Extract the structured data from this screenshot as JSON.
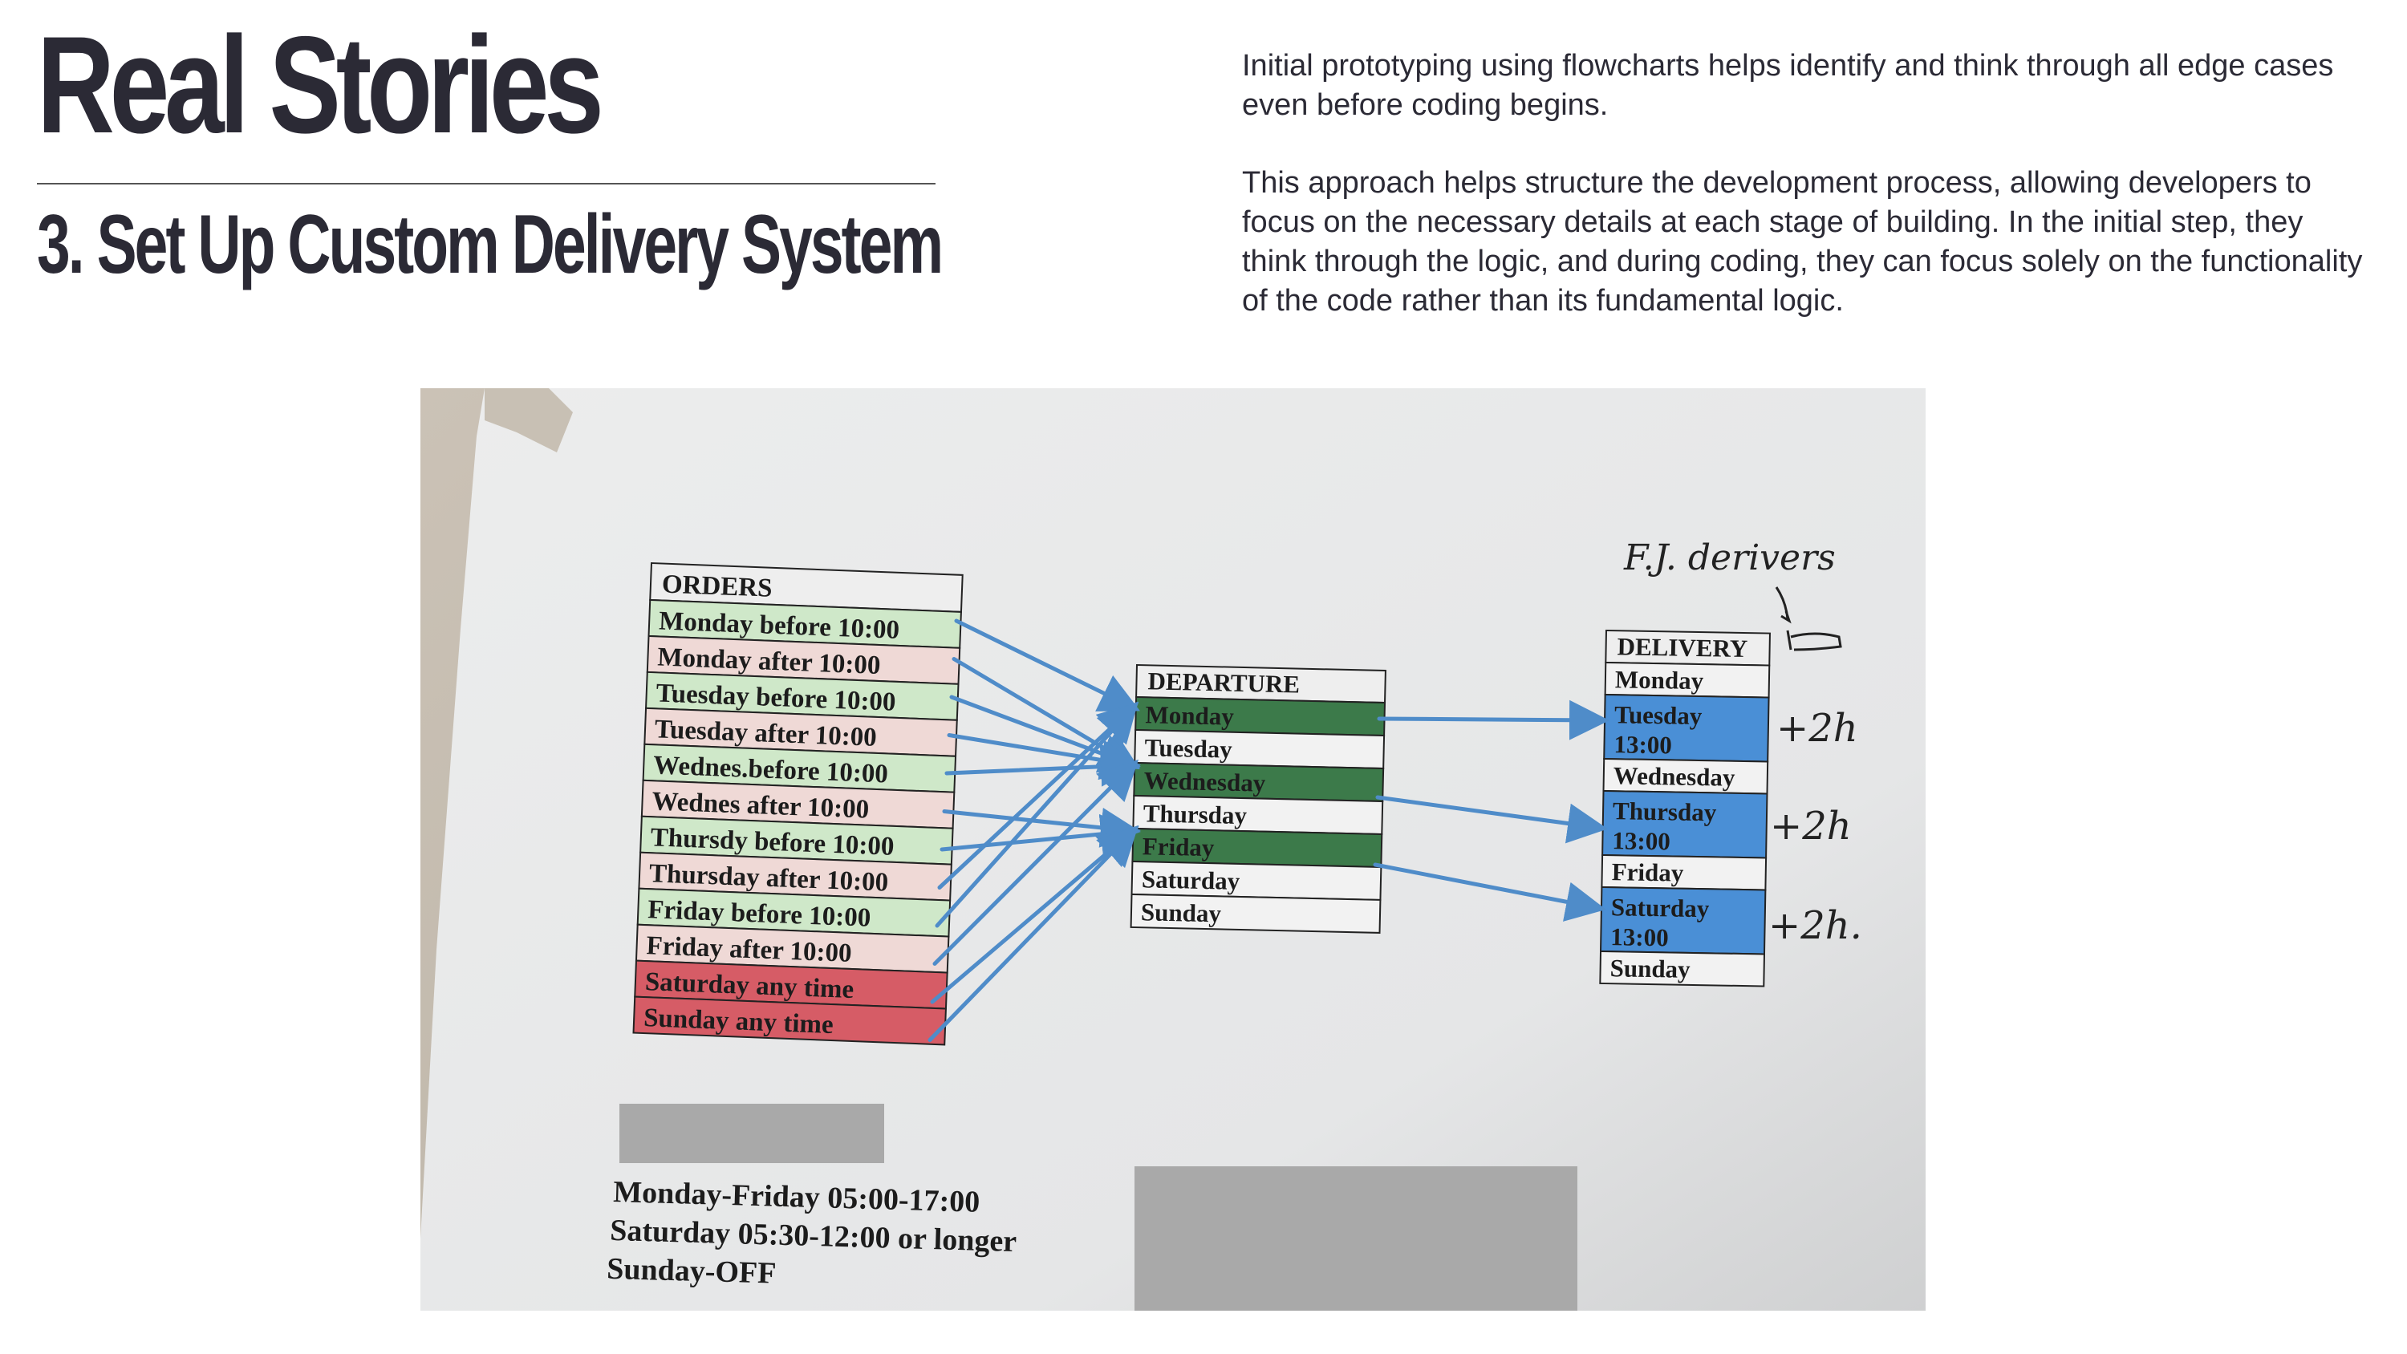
{
  "header": {
    "title": "Real Stories",
    "subtitle": "3. Set Up Custom Delivery System"
  },
  "description": {
    "paragraph1": "Initial prototyping using flowcharts helps identify and think through all edge cases even before coding begins.",
    "paragraph2": "This approach helps structure the development process, allowing developers to focus on the necessary details at each stage of building. In the initial step, they think through the logic, and during coding, they can focus solely on the functionality of the code rather than its fundamental logic."
  },
  "photo": {
    "orders": {
      "header": "ORDERS",
      "rows": [
        {
          "label": "Monday before 10:00",
          "color": "#cfe8c9"
        },
        {
          "label": "Monday after 10:00",
          "color": "#efd9d6"
        },
        {
          "label": "Tuesday before 10:00",
          "color": "#cfe8c9"
        },
        {
          "label": "Tuesday after 10:00",
          "color": "#efd9d6"
        },
        {
          "label": "Wednes.before 10:00",
          "color": "#cfe8c9"
        },
        {
          "label": "Wednes after 10:00",
          "color": "#efd9d6"
        },
        {
          "label": "Thursdy before 10:00",
          "color": "#cfe8c9"
        },
        {
          "label": "Thursday after 10:00",
          "color": "#efd9d6"
        },
        {
          "label": "Friday before 10:00",
          "color": "#cfe8c9"
        },
        {
          "label": "Friday after 10:00",
          "color": "#efd9d6"
        },
        {
          "label": "Saturday any time",
          "color": "#d65c66"
        },
        {
          "label": "Sunday any time",
          "color": "#d65c66"
        }
      ]
    },
    "departure": {
      "header": "DEPARTURE",
      "rows": [
        {
          "label": "Monday",
          "color": "#3c7a4a"
        },
        {
          "label": "Tuesday",
          "color": "#f2f2f2"
        },
        {
          "label": "Wednesday",
          "color": "#3c7a4a"
        },
        {
          "label": "Thursday",
          "color": "#f2f2f2"
        },
        {
          "label": "Friday",
          "color": "#3c7a4a"
        },
        {
          "label": "Saturday",
          "color": "#f2f2f2"
        },
        {
          "label": "Sunday",
          "color": "#f2f2f2"
        }
      ]
    },
    "delivery": {
      "header": "DELIVERY",
      "rows": [
        {
          "label": "Monday",
          "color": "#f2f2f2"
        },
        {
          "label": "Tuesday\n13:00",
          "color": "#4a8fd6"
        },
        {
          "label": "Wednesday",
          "color": "#f2f2f2"
        },
        {
          "label": "Thursday\n13:00",
          "color": "#4a8fd6"
        },
        {
          "label": "Friday",
          "color": "#f2f2f2"
        },
        {
          "label": "Saturday\n13:00",
          "color": "#4a8fd6"
        },
        {
          "label": "Sunday",
          "color": "#f2f2f2"
        }
      ]
    },
    "handwritten": {
      "note": "F.J. derivers",
      "plus1": "+2h",
      "plus2": "+2h",
      "plus3": "+2h."
    },
    "hours": [
      "Monday-Friday 05:00-17:00",
      "Saturday 05:30-12:00 or longer",
      "Sunday-OFF"
    ],
    "colors": {
      "arrow": "#4f8cc9",
      "redaction": "#a9a9a9",
      "paper": "#e9eaeb"
    }
  }
}
